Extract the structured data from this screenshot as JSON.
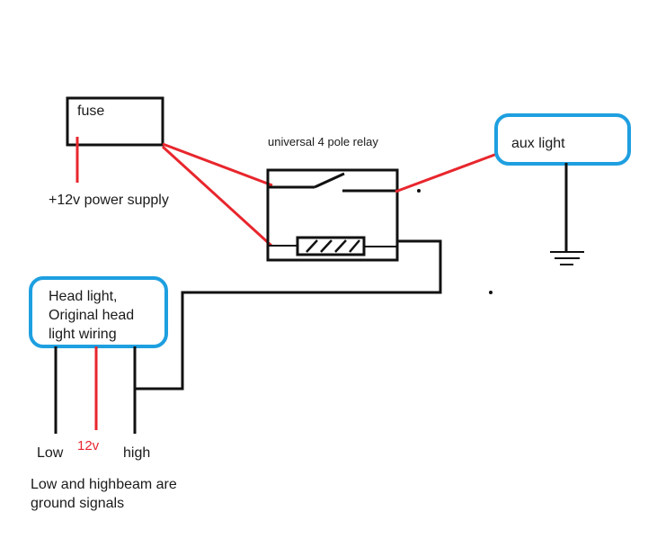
{
  "labels": {
    "fuse": "fuse",
    "power_supply": "+12v power supply",
    "relay": "universal 4 pole relay",
    "aux_light": "aux light",
    "headlight_lines": [
      "Head light,",
      "Original head",
      "light wiring"
    ],
    "low": "Low",
    "volt12": "12v",
    "high": "high",
    "note_lines": [
      "Low and highbeam are",
      "ground signals"
    ]
  },
  "colors": {
    "wire_black": "#111111",
    "wire_red": "#e8262d",
    "box_blue": "#1e9fe0",
    "text_red": "#e8262d"
  }
}
